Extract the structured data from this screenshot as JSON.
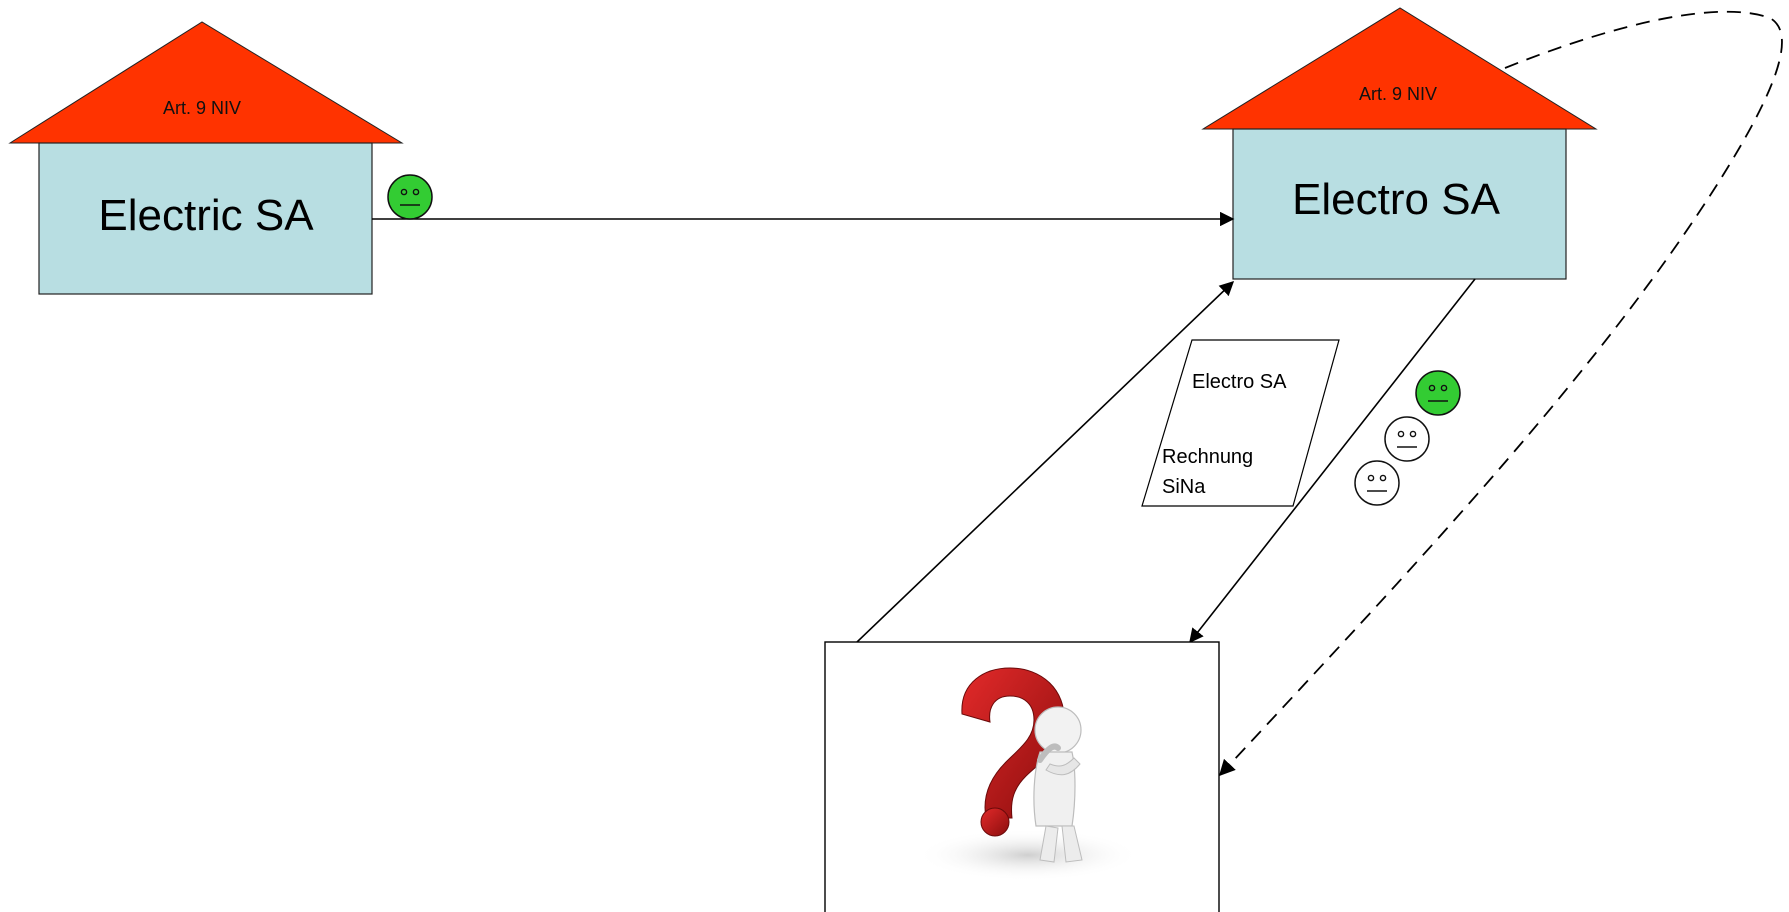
{
  "houses": [
    {
      "roof_label": "Art. 9 NIV",
      "name": "Electric SA"
    },
    {
      "roof_label": "Art. 9 NIV",
      "name": "Electro SA"
    }
  ],
  "invoice": {
    "issuer": "Electro SA",
    "line1": "Rechnung",
    "line2": "SiNa"
  },
  "colors": {
    "roof": "#ff3300",
    "house_body": "#b8dee2",
    "smiley_green": "#33cc33",
    "smiley_neutral": "#ffffff",
    "line": "#000000"
  },
  "icons": {
    "smiley": "neutral-face-icon",
    "thinking_person": "question-mark-person-icon"
  }
}
